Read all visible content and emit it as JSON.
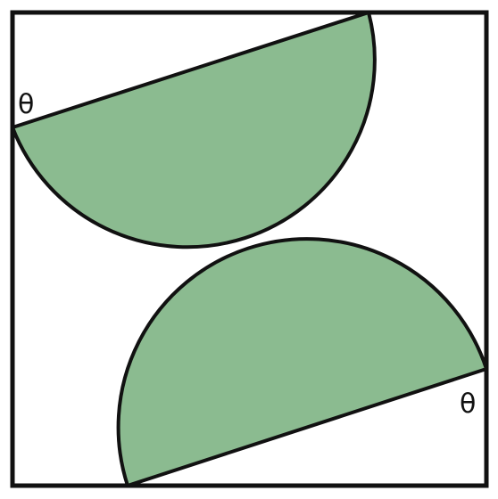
{
  "diagram": {
    "angle_labels": [
      {
        "id": "top-left",
        "text": "θ"
      },
      {
        "id": "bottom-right",
        "text": "θ"
      }
    ],
    "colors": {
      "semicircle_fill": "#8bbb90",
      "outline": "#111111",
      "background": "#ffffff"
    }
  }
}
